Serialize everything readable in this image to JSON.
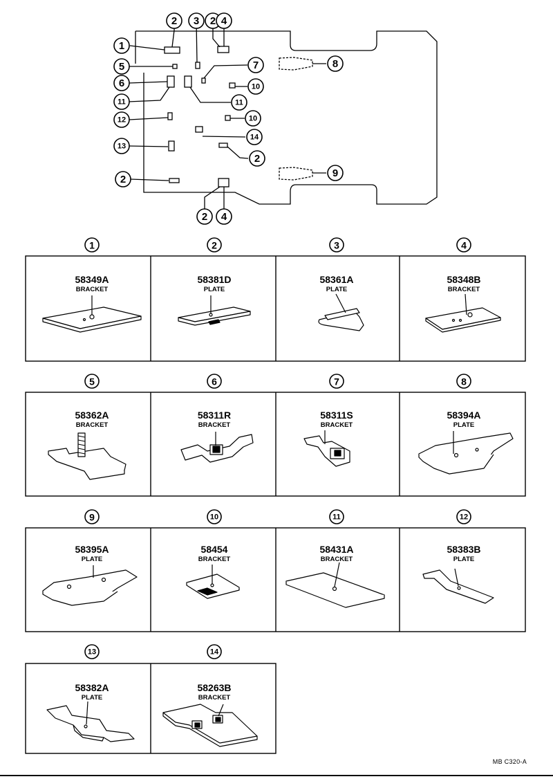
{
  "overview": {
    "callouts": [
      {
        "num": "1"
      },
      {
        "num": "2"
      },
      {
        "num": "3"
      },
      {
        "num": "2"
      },
      {
        "num": "4"
      },
      {
        "num": "5"
      },
      {
        "num": "6"
      },
      {
        "num": "11"
      },
      {
        "num": "12"
      },
      {
        "num": "13"
      },
      {
        "num": "2"
      },
      {
        "num": "7"
      },
      {
        "num": "8"
      },
      {
        "num": "10"
      },
      {
        "num": "11"
      },
      {
        "num": "10"
      },
      {
        "num": "14"
      },
      {
        "num": "2"
      },
      {
        "num": "9"
      },
      {
        "num": "2"
      },
      {
        "num": "4"
      }
    ]
  },
  "parts": [
    {
      "num": "1",
      "code": "58349A",
      "name": "BRACKET"
    },
    {
      "num": "2",
      "code": "58381D",
      "name": "PLATE"
    },
    {
      "num": "3",
      "code": "58361A",
      "name": "PLATE"
    },
    {
      "num": "4",
      "code": "58348B",
      "name": "BRACKET"
    },
    {
      "num": "5",
      "code": "58362A",
      "name": "BRACKET"
    },
    {
      "num": "6",
      "code": "58311R",
      "name": "BRACKET"
    },
    {
      "num": "7",
      "code": "58311S",
      "name": "BRACKET"
    },
    {
      "num": "8",
      "code": "58394A",
      "name": "PLATE"
    },
    {
      "num": "9",
      "code": "58395A",
      "name": "PLATE"
    },
    {
      "num": "10",
      "code": "58454",
      "name": "BRACKET"
    },
    {
      "num": "11",
      "code": "58431A",
      "name": "BRACKET"
    },
    {
      "num": "12",
      "code": "58383B",
      "name": "PLATE"
    },
    {
      "num": "13",
      "code": "58382A",
      "name": "PLATE"
    },
    {
      "num": "14",
      "code": "58263B",
      "name": "BRACKET"
    }
  ],
  "footer": {
    "ref": "MB C320-A"
  }
}
